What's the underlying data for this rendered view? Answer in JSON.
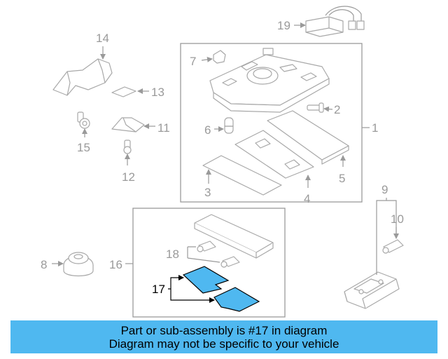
{
  "colors": {
    "banner": "#4fb8f0",
    "highlight_part": "#4fb8f0",
    "line": "#9a9a9a"
  },
  "callouts": {
    "c1": "1",
    "c2": "2",
    "c3": "3",
    "c4": "4",
    "c5": "5",
    "c6": "6",
    "c7": "7",
    "c8": "8",
    "c9": "9",
    "c10": "10",
    "c11": "11",
    "c12": "12",
    "c13": "13",
    "c14": "14",
    "c15": "15",
    "c16": "16",
    "c17": "17",
    "c18": "18",
    "c19": "19"
  },
  "highlighted_part": "17",
  "banner": {
    "line1": "Part or sub-assembly is #17 in diagram",
    "line2": "Diagram may not be specific to your vehicle"
  }
}
